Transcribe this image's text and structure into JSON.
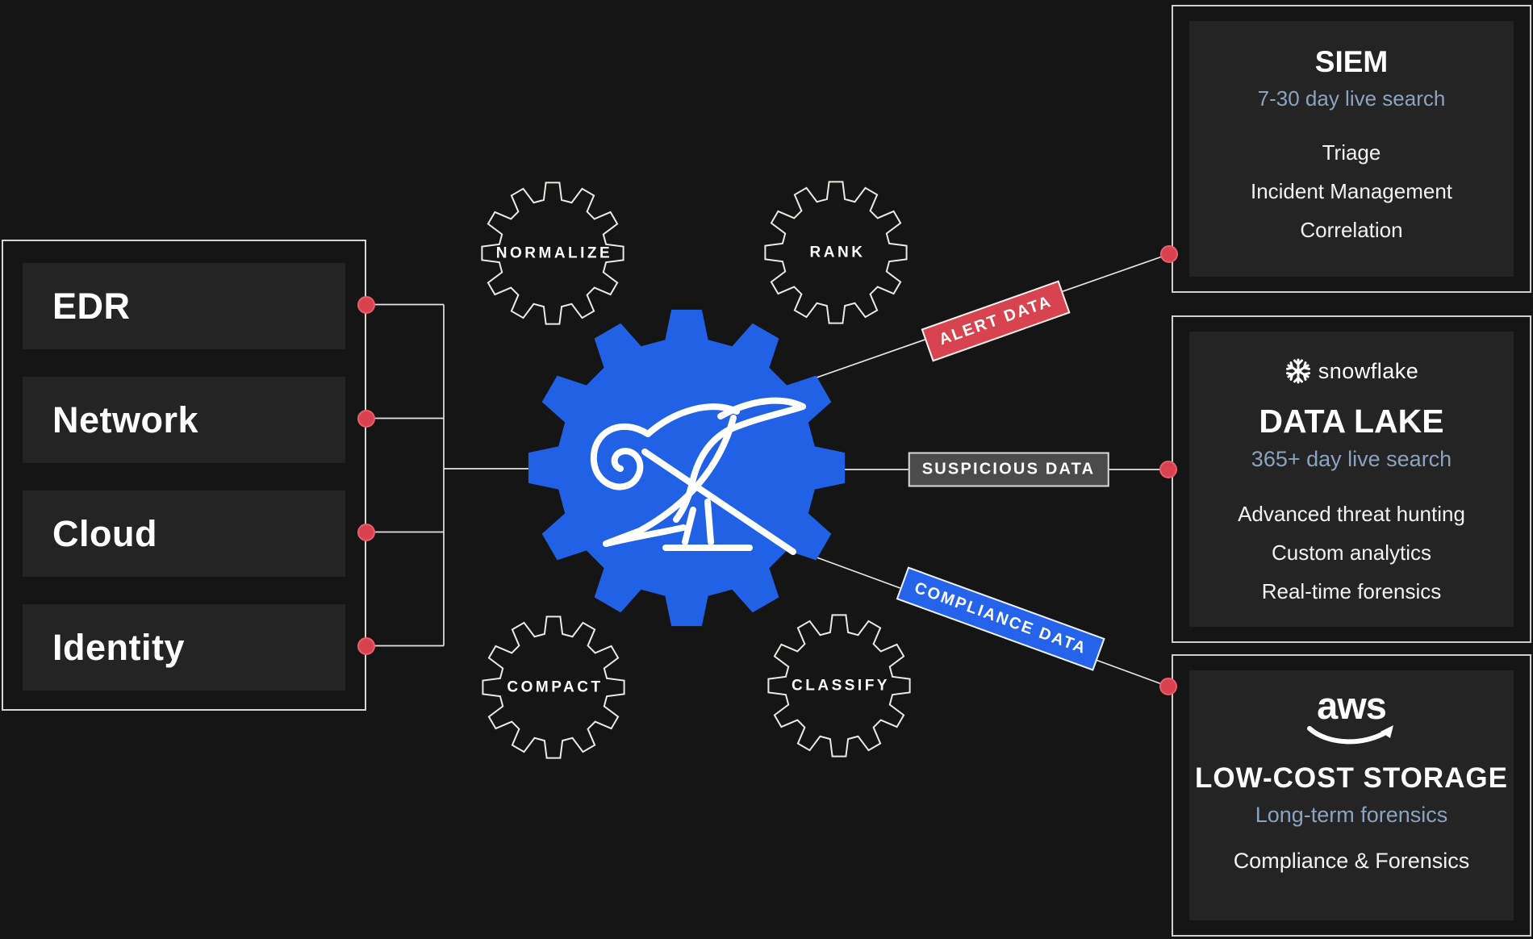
{
  "colors": {
    "background": "#151515",
    "card": "#242424",
    "wire": "#e6e4e0",
    "accent_blue_gear": "#2161e6",
    "flow_blue": "#2563eb",
    "flow_red": "#d7434e",
    "flow_gray": "#4b4b4b",
    "connector_dot_red": "#d8424f",
    "slate_subtitle": "#8ba3bf"
  },
  "icons": {
    "core": "bird-gear-icon",
    "stage": "gear-icon",
    "snowflake": "snowflake-icon",
    "aws": "aws-smile-icon",
    "connector": "red-dot"
  },
  "sources": {
    "items": [
      "EDR",
      "Network",
      "Cloud",
      "Identity"
    ]
  },
  "pipeline": {
    "stages": [
      "NORMALIZE",
      "RANK",
      "COMPACT",
      "CLASSIFY"
    ]
  },
  "flows": {
    "alert": "ALERT DATA",
    "suspicious": "SUSPICIOUS DATA",
    "compliance": "COMPLIANCE DATA"
  },
  "destinations": {
    "siem": {
      "title": "SIEM",
      "subtitle": "7-30 day live search",
      "capabilities": [
        "Triage",
        "Incident Management",
        "Correlation"
      ]
    },
    "data_lake": {
      "vendor": "snowflake",
      "title": "DATA LAKE",
      "subtitle": "365+ day live search",
      "capabilities": [
        "Advanced threat hunting",
        "Custom analytics",
        "Real-time forensics"
      ]
    },
    "low_cost_storage": {
      "vendor": "aws",
      "title": "LOW-COST STORAGE",
      "subtitle": "Long-term forensics",
      "capabilities": [
        "Compliance & Forensics"
      ]
    }
  }
}
